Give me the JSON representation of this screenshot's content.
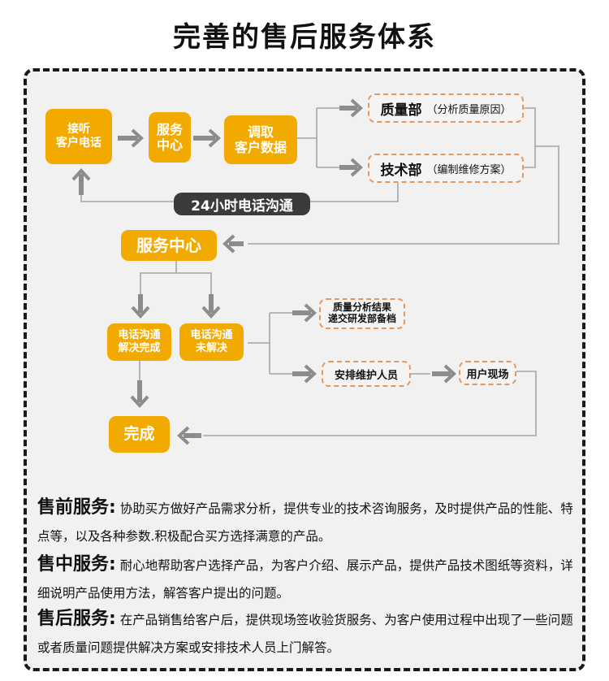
{
  "title": "完善的售后服务体系",
  "colors": {
    "accent": "#f2aa00",
    "dashed_border": "#e8975c",
    "pill_bg": "#3b3b3b",
    "line": "#a6a6a6",
    "arrow": "#8c8c8c",
    "frame_bg": "#f1f1f1"
  },
  "flow": {
    "answer_call": [
      "接听",
      "客户电话"
    ],
    "service_center_1": [
      "服务",
      "中心"
    ],
    "fetch_data": [
      "调取",
      "客户数据"
    ],
    "quality_dept": {
      "label": "质量部",
      "sub": "（分析质量原因）"
    },
    "tech_dept": {
      "label": "技术部",
      "sub": "（编制维修方案）"
    },
    "hotline": "24小时电话沟通",
    "service_center_2": "服务中心",
    "resolved": [
      "电话沟通",
      "解决完成"
    ],
    "unresolved": [
      "电话沟通",
      "未解决"
    ],
    "quality_report": [
      "质量分析结果",
      "递交研发部备档"
    ],
    "dispatch": "安排维护人员",
    "onsite": "用户现场",
    "done": "完成"
  },
  "services": [
    {
      "label": "售前服务:",
      "text": "协助买方做好产品需求分析，提供专业的技术咨询服务，及时提供产品的性能、特点等，以及各种参数.积极配合买方选择满意的产品。"
    },
    {
      "label": "售中服务:",
      "text": "耐心地帮助客户选择产品，为客户介绍、展示产品，提供产品技术图纸等资料，详细说明产品使用方法，解答客户提出的问题。"
    },
    {
      "label": "售后服务:",
      "text": "在产品销售给客户后，提供现场签收验货服务、为客户使用过程中出现了一些问题或者质量问题提供解决方案或安排技术人员上门解答。"
    }
  ]
}
